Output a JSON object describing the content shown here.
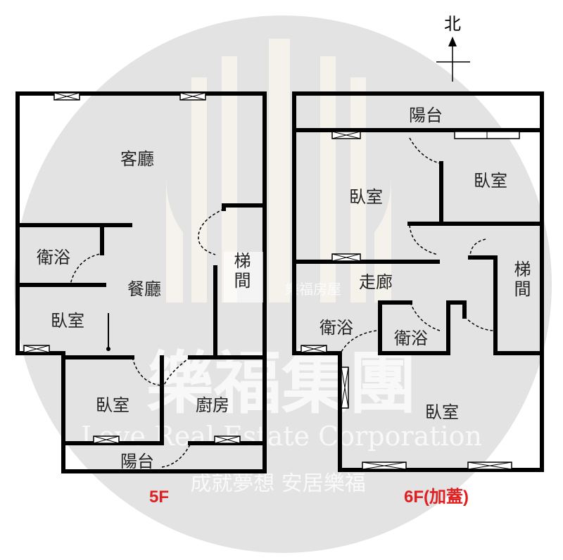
{
  "compass": {
    "north_label": "北"
  },
  "watermark": {
    "brand": "樂福集團",
    "english": "Love Real Estate Corporation",
    "slogan": "成就夢想 安居樂福",
    "sub": "樂福房屋",
    "circle_color": "#e3e3e3"
  },
  "floor_5f": {
    "label": "5F",
    "label_color": "#e02020",
    "rooms": {
      "living": "客廳",
      "bath": "衛浴",
      "dining": "餐廳",
      "bedroom_west": "臥室",
      "bedroom_south": "臥室",
      "kitchen": "廚房",
      "balcony": "陽台",
      "stair": "梯間"
    }
  },
  "floor_6f": {
    "label": "6F(加蓋)",
    "label_color": "#e02020",
    "rooms": {
      "balcony": "陽台",
      "bedroom_nw": "臥室",
      "bedroom_ne": "臥室",
      "corridor": "走廊",
      "stair": "梯間",
      "bath_west": "衛浴",
      "bath_mid": "衛浴",
      "bedroom_south": "臥室"
    }
  }
}
